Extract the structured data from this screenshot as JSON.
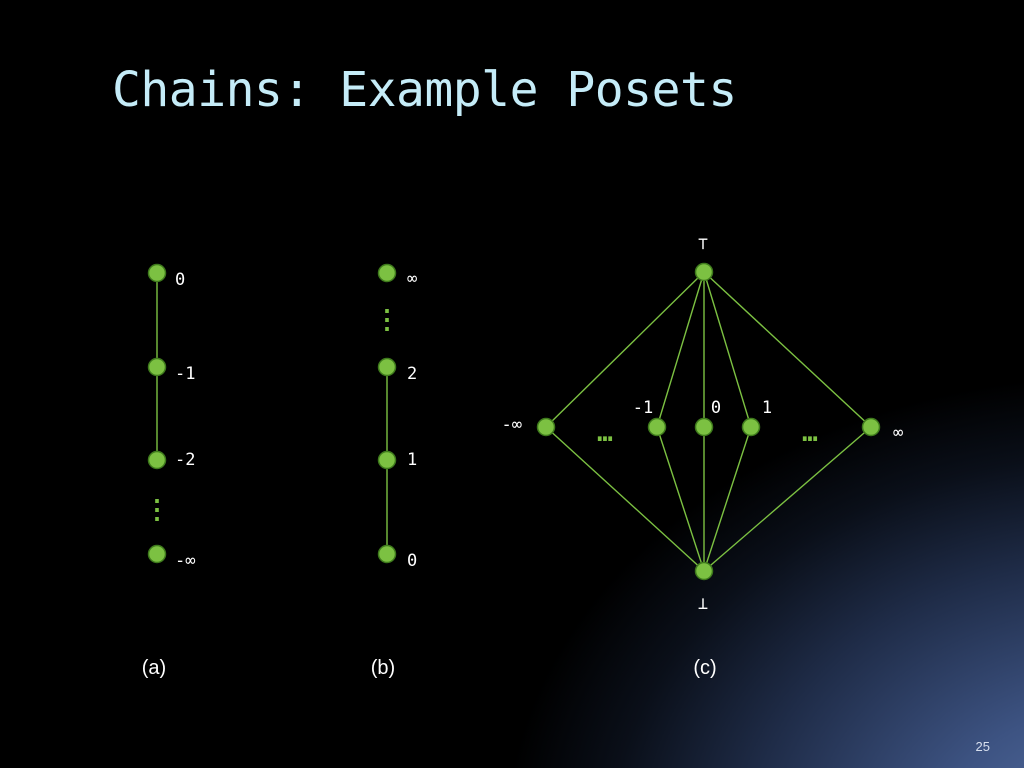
{
  "slide": {
    "title": "Chains: Example Posets",
    "page_number": "25"
  },
  "diagrams": {
    "a": {
      "caption": "(a)",
      "labels": {
        "n0": "0",
        "n1": "-1",
        "n2": "-2",
        "n3": "-∞"
      },
      "ellipsis": "⋮"
    },
    "b": {
      "caption": "(b)",
      "labels": {
        "top": "∞",
        "n2": "2",
        "n1": "1",
        "n0": "0"
      },
      "ellipsis": "⋮"
    },
    "c": {
      "caption": "(c)",
      "labels": {
        "top": "⊤",
        "bottom": "⊥",
        "left": "-∞",
        "right": "∞",
        "m1": "-1",
        "z": "0",
        "p1": "1"
      },
      "ellipsis_left": "…",
      "ellipsis_right": "…"
    }
  },
  "colors": {
    "node_fill": "#7cc142",
    "edge": "#7cc142",
    "title_text": "#c5ecf8",
    "label_text": "#ffffff"
  }
}
